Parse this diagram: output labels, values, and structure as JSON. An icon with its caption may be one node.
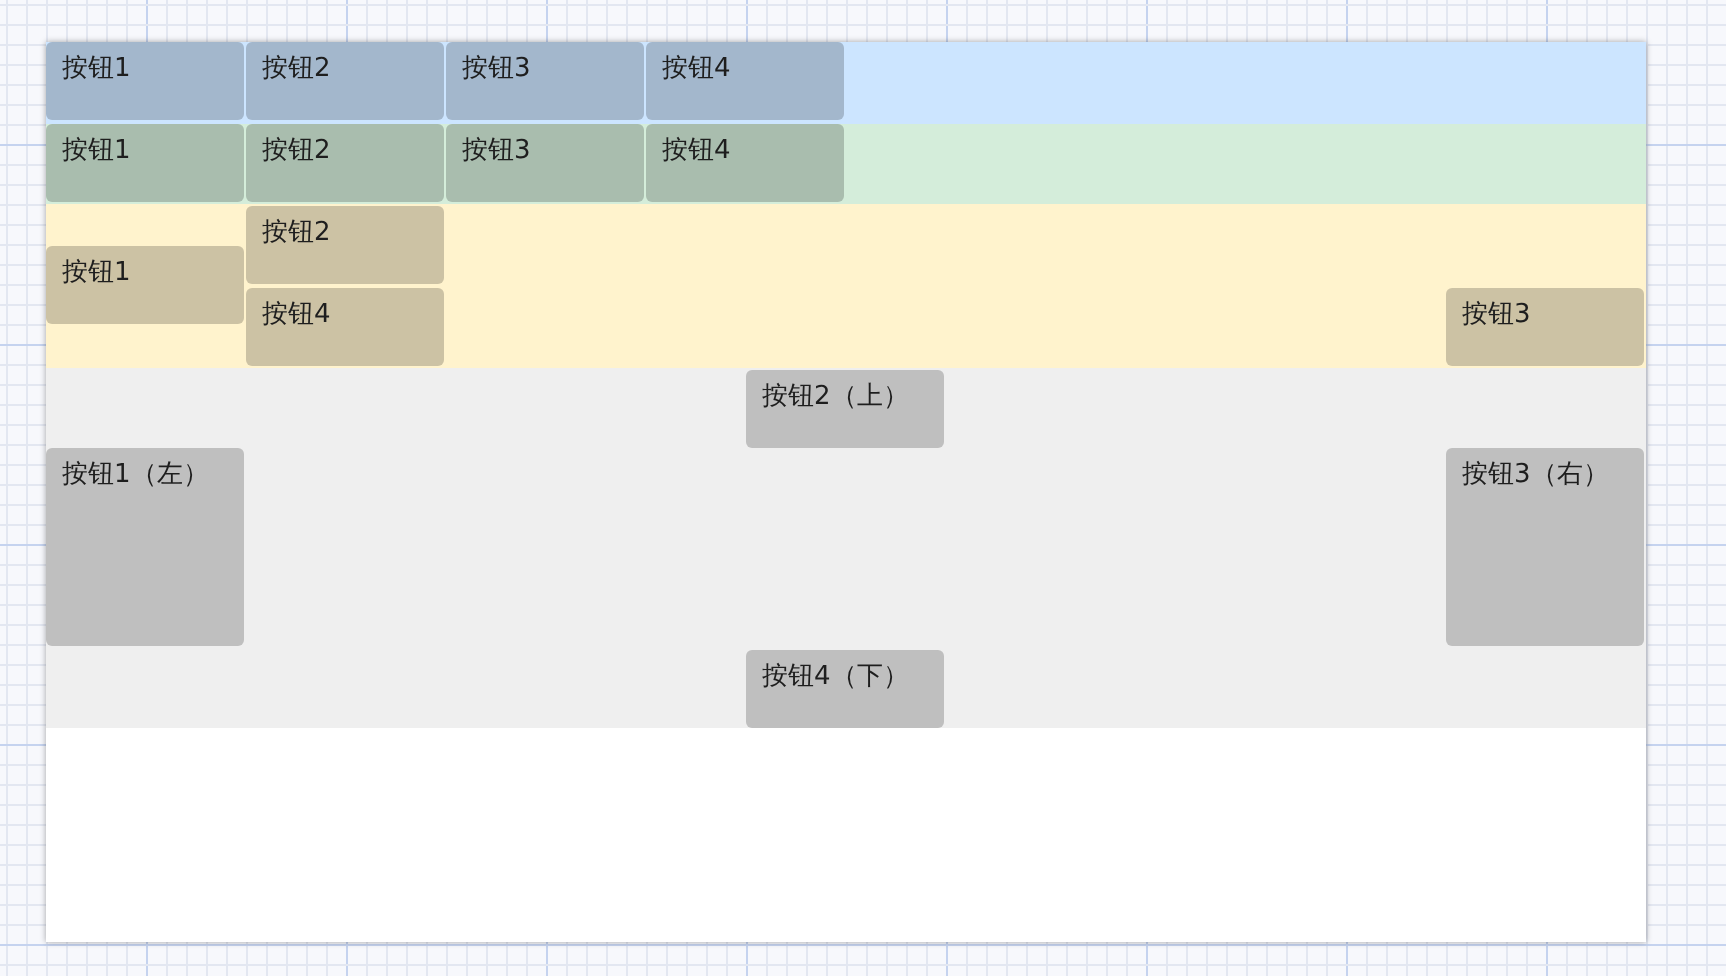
{
  "diagram": {
    "nodes": [
      {
        "text": [],
        "shape": "box"
      },
      {
        "text": [],
        "shape": "box",
        "in": 0
      },
      {
        "text": [
          "按钮1"
        ],
        "in": 1
      },
      {
        "text": [
          "按钮2"
        ],
        "in": 1
      },
      {
        "text": [
          "按钮3"
        ],
        "in": 1
      },
      {
        "text": [
          "按钮4"
        ],
        "in": 1
      },
      {
        "text": [],
        "shape": "box",
        "in": 0
      },
      {
        "text": [
          "按钮1"
        ],
        "in": 6
      },
      {
        "text": [
          "按钮2"
        ],
        "in": 6
      },
      {
        "text": [
          "按钮3"
        ],
        "in": 6
      },
      {
        "text": [
          "按钮4"
        ],
        "in": 6
      },
      {
        "text": [],
        "shape": "box",
        "in": 0
      },
      {
        "text": [
          "按钮2"
        ],
        "in": 11
      },
      {
        "text": [
          "按钮1"
        ],
        "in": 11
      },
      {
        "text": [
          "按钮4"
        ],
        "in": 11
      },
      {
        "text": [
          "按钮3"
        ],
        "in": 11
      },
      {
        "text": [],
        "shape": "box",
        "in": 0
      },
      {
        "text": [
          "按钮2（上）"
        ],
        "in": 16
      },
      {
        "text": [
          "按钮1（左）"
        ],
        "in": 16
      },
      {
        "text": [
          "按钮3（右）"
        ],
        "in": 16
      },
      {
        "text": [
          "按钮4（下）"
        ],
        "in": 16
      }
    ],
    "edges": []
  }
}
